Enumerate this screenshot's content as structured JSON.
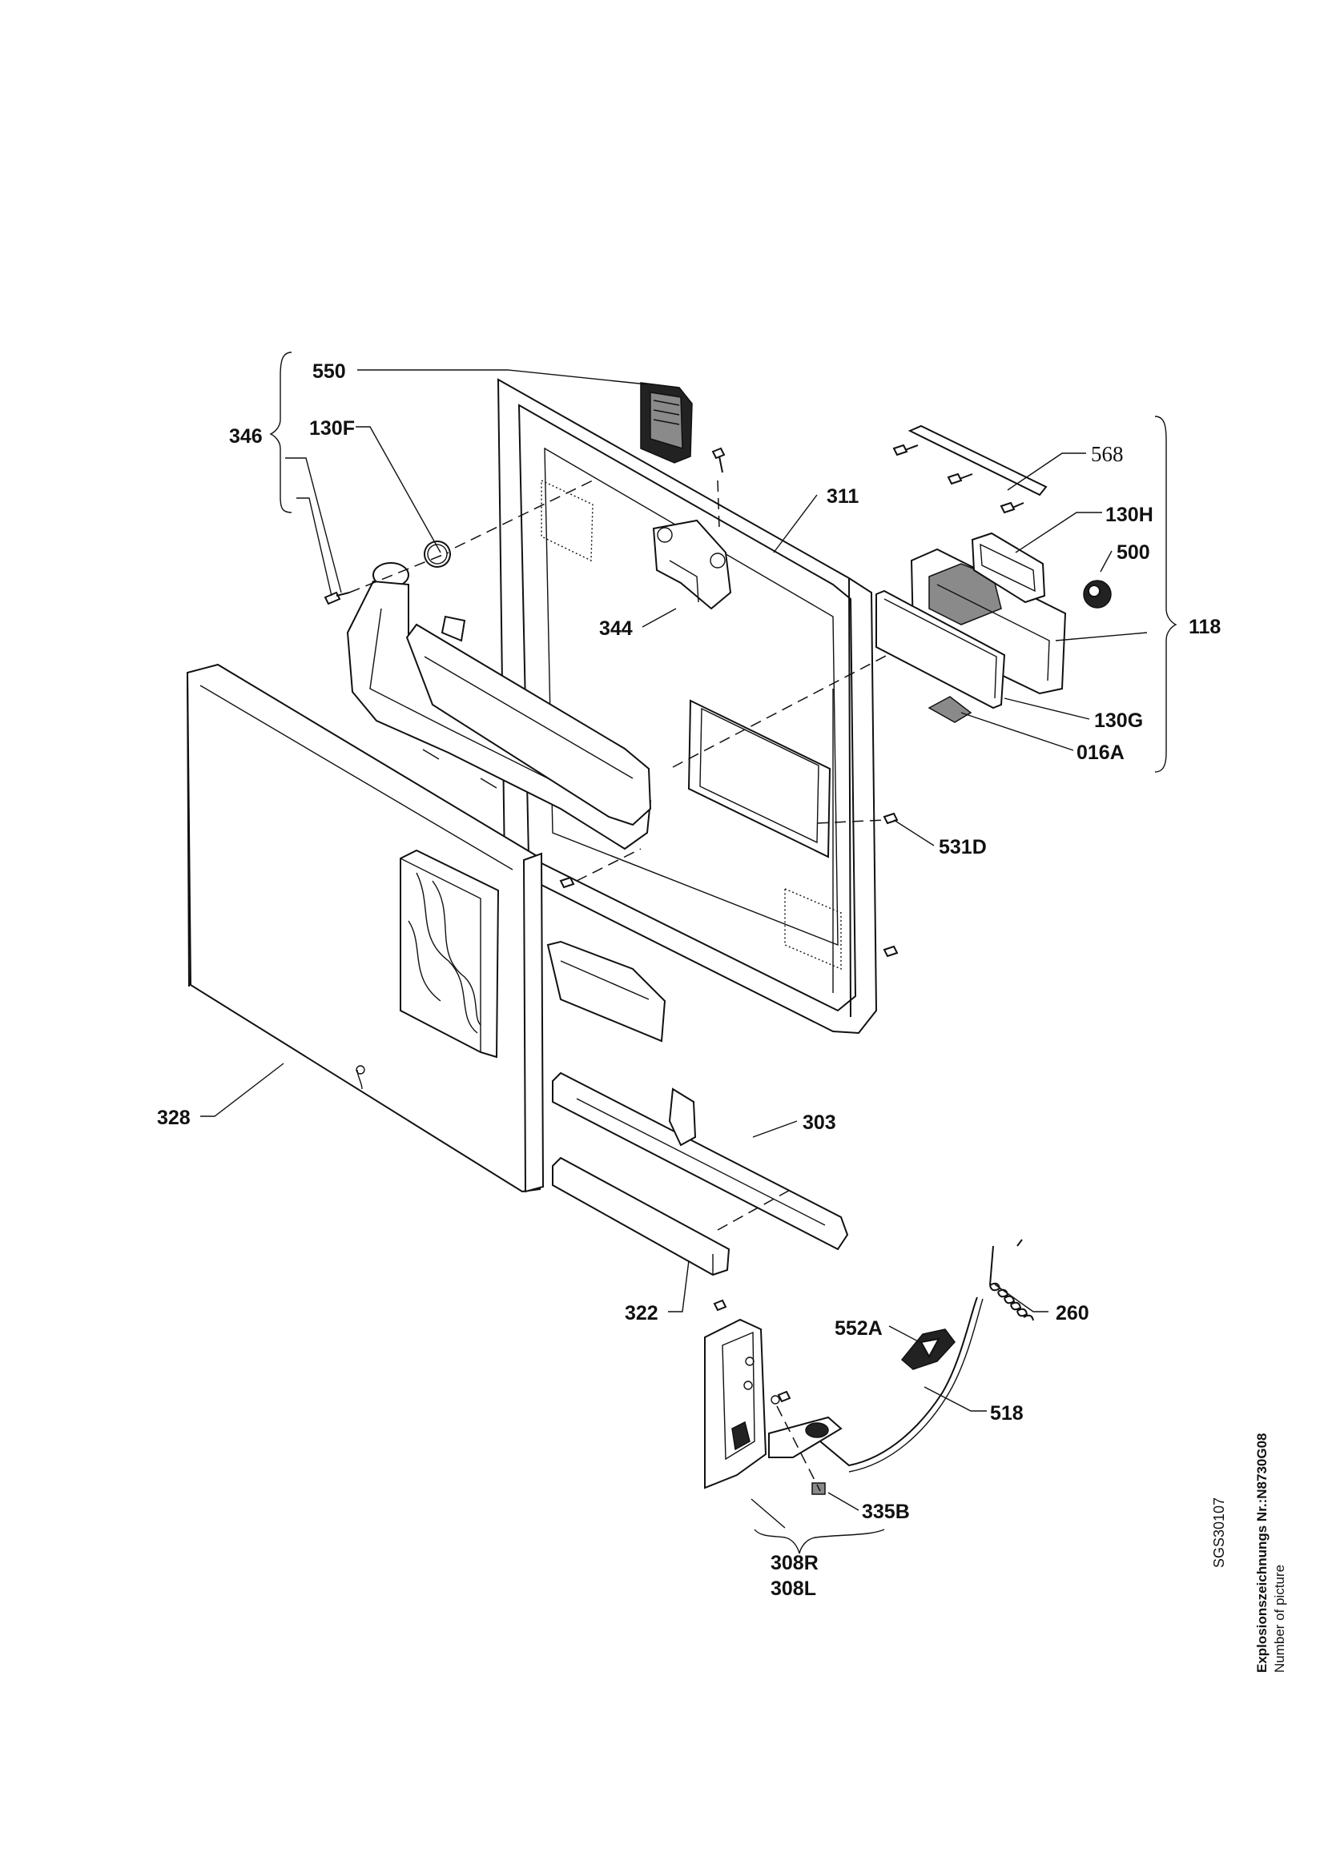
{
  "labels": {
    "l550": "550",
    "l346": "346",
    "l130F": "130F",
    "l311": "311",
    "l568": "568",
    "l130H": "130H",
    "l500": "500",
    "l118": "118",
    "l344": "344",
    "l130G": "130G",
    "l016A": "016A",
    "l531D": "531D",
    "l328": "328",
    "l303": "303",
    "l322": "322",
    "l260": "260",
    "l552A": "552A",
    "l518": "518",
    "l335B": "335B",
    "l308R": "308R",
    "l308L": "308L"
  },
  "drawing_code": "SGS30107",
  "explosion_title": "Explosionszeichnungs Nr.:N8730G08",
  "explosion_subtitle": "Number of picture"
}
